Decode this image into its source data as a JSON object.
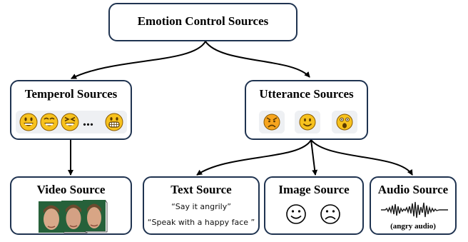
{
  "nodes": {
    "root": {
      "label": "Emotion Control Sources"
    },
    "temporal": {
      "label": "Temperol Sources",
      "ellipsis": "..."
    },
    "utterance": {
      "label": "Utterance Sources"
    },
    "video": {
      "label": "Video Source"
    },
    "text": {
      "label": "Text Source",
      "examples": [
        "“Say it angrily”",
        "“Speak with a happy face ”"
      ]
    },
    "image": {
      "label": "Image Source"
    },
    "audio": {
      "label": "Audio Source",
      "caption": "(angry audio)"
    }
  },
  "icons": {
    "temporal": [
      "grinning-face-icon",
      "beaming-face-icon",
      "squinting-face-icon",
      "grimacing-face-icon"
    ],
    "utterance": [
      "angry-face-icon",
      "smiling-face-icon",
      "surprised-face-icon"
    ],
    "image": [
      "smile-outline-icon",
      "frown-outline-icon"
    ],
    "video": "face-frames-icon",
    "audio": "waveform-icon"
  },
  "colors": {
    "border": "#1f3350",
    "emoji": "#f7c21e",
    "emoji_dark": "#8a5a00"
  }
}
